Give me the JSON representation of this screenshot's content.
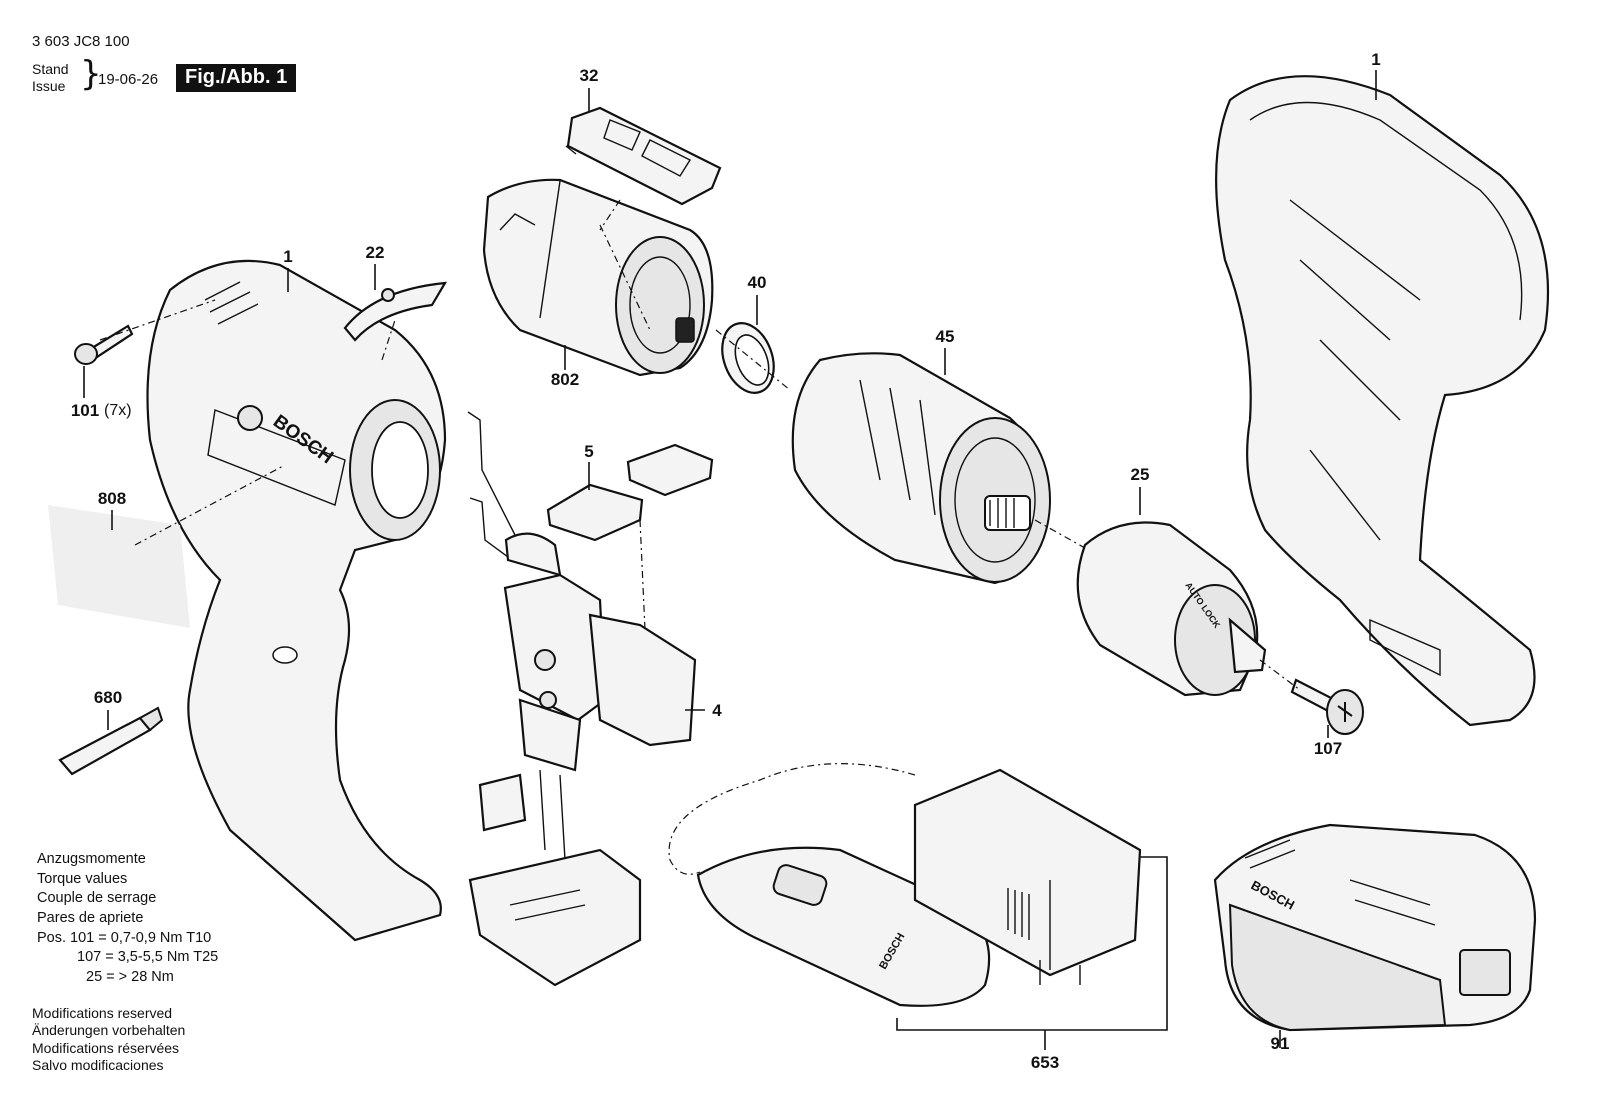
{
  "header": {
    "part_number": "3 603 JC8 100",
    "stand_label": "Stand",
    "issue_label": "Issue",
    "date": "19-06-26",
    "figure_label": "Fig./Abb. 1"
  },
  "callouts": [
    {
      "id": "c-32",
      "label": "32"
    },
    {
      "id": "c-1-right",
      "label": "1"
    },
    {
      "id": "c-1-left",
      "label": "1"
    },
    {
      "id": "c-22",
      "label": "22"
    },
    {
      "id": "c-40",
      "label": "40"
    },
    {
      "id": "c-802",
      "label": "802"
    },
    {
      "id": "c-45",
      "label": "45"
    },
    {
      "id": "c-101",
      "label": "101"
    },
    {
      "id": "c-101-qty",
      "label": "(7x)"
    },
    {
      "id": "c-808",
      "label": "808"
    },
    {
      "id": "c-5",
      "label": "5"
    },
    {
      "id": "c-25",
      "label": "25"
    },
    {
      "id": "c-680",
      "label": "680"
    },
    {
      "id": "c-4",
      "label": "4"
    },
    {
      "id": "c-107",
      "label": "107"
    },
    {
      "id": "c-653",
      "label": "653"
    },
    {
      "id": "c-91",
      "label": "91"
    }
  ],
  "torque_notes": {
    "lines": [
      "Anzugsmomente",
      "Torque values",
      "Couple de serrage",
      "Pares de apriete",
      "Pos. 101 = 0,7-0,9 Nm T10",
      "107 = 3,5-5,5 Nm T25",
      "25 = > 28 Nm"
    ]
  },
  "modifications": {
    "lines": [
      "Modifications reserved",
      "Änderungen vorbehalten",
      "Modifications réservées",
      "Salvo modificaciones"
    ]
  },
  "labels_on_parts": {
    "brand": "BOSCH",
    "chuck_text": "AUTO LOCK"
  }
}
